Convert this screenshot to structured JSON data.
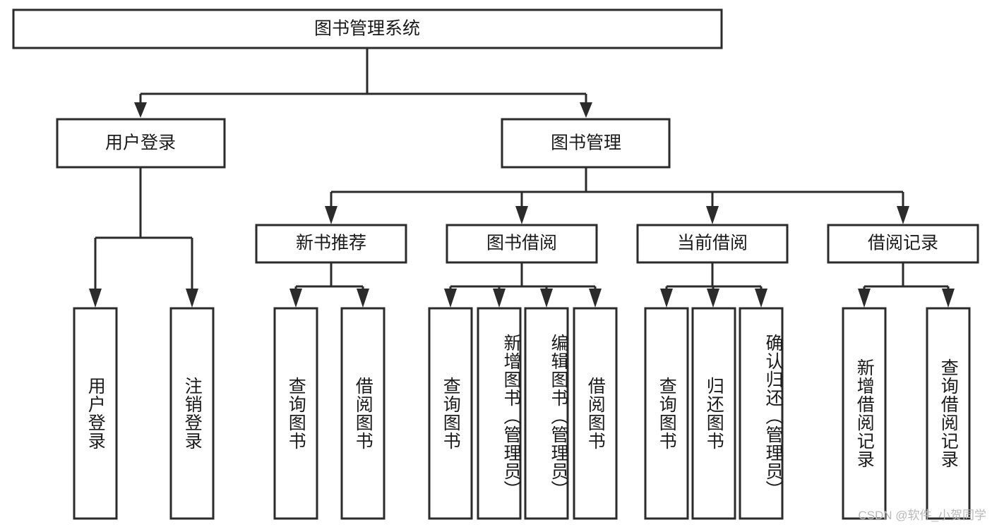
{
  "diagram": {
    "title": "图书管理系统",
    "type": "tree-hierarchy",
    "watermark": "CSDN @软件_小贺同学",
    "colors": {
      "stroke": "#2b2b2b",
      "fill": "#ffffff",
      "text": "#1a1a1a",
      "watermark": "#b9b9b9",
      "background": "#ffffff"
    },
    "root": {
      "label": "图书管理系统"
    },
    "level2": [
      {
        "label": "用户登录"
      },
      {
        "label": "图书管理"
      }
    ],
    "level3": [
      {
        "label": "新书推荐"
      },
      {
        "label": "图书借阅"
      },
      {
        "label": "当前借阅"
      },
      {
        "label": "借阅记录"
      }
    ],
    "leaves": {
      "user_login": [
        {
          "label": "用户登录"
        },
        {
          "label": "注销登录"
        }
      ],
      "new_book_recommend": [
        {
          "label": "查询图书"
        },
        {
          "label": "借阅图书"
        }
      ],
      "book_borrow": [
        {
          "label": "查询图书"
        },
        {
          "label": "新增图书（管理员）"
        },
        {
          "label": "编辑图书（管理员）"
        },
        {
          "label": "借阅图书"
        }
      ],
      "current_borrow": [
        {
          "label": "查询图书"
        },
        {
          "label": "归还图书"
        },
        {
          "label": "确认归还（管理员）"
        }
      ],
      "borrow_record": [
        {
          "label": "新增借阅记录"
        },
        {
          "label": "查询借阅记录"
        }
      ]
    }
  }
}
